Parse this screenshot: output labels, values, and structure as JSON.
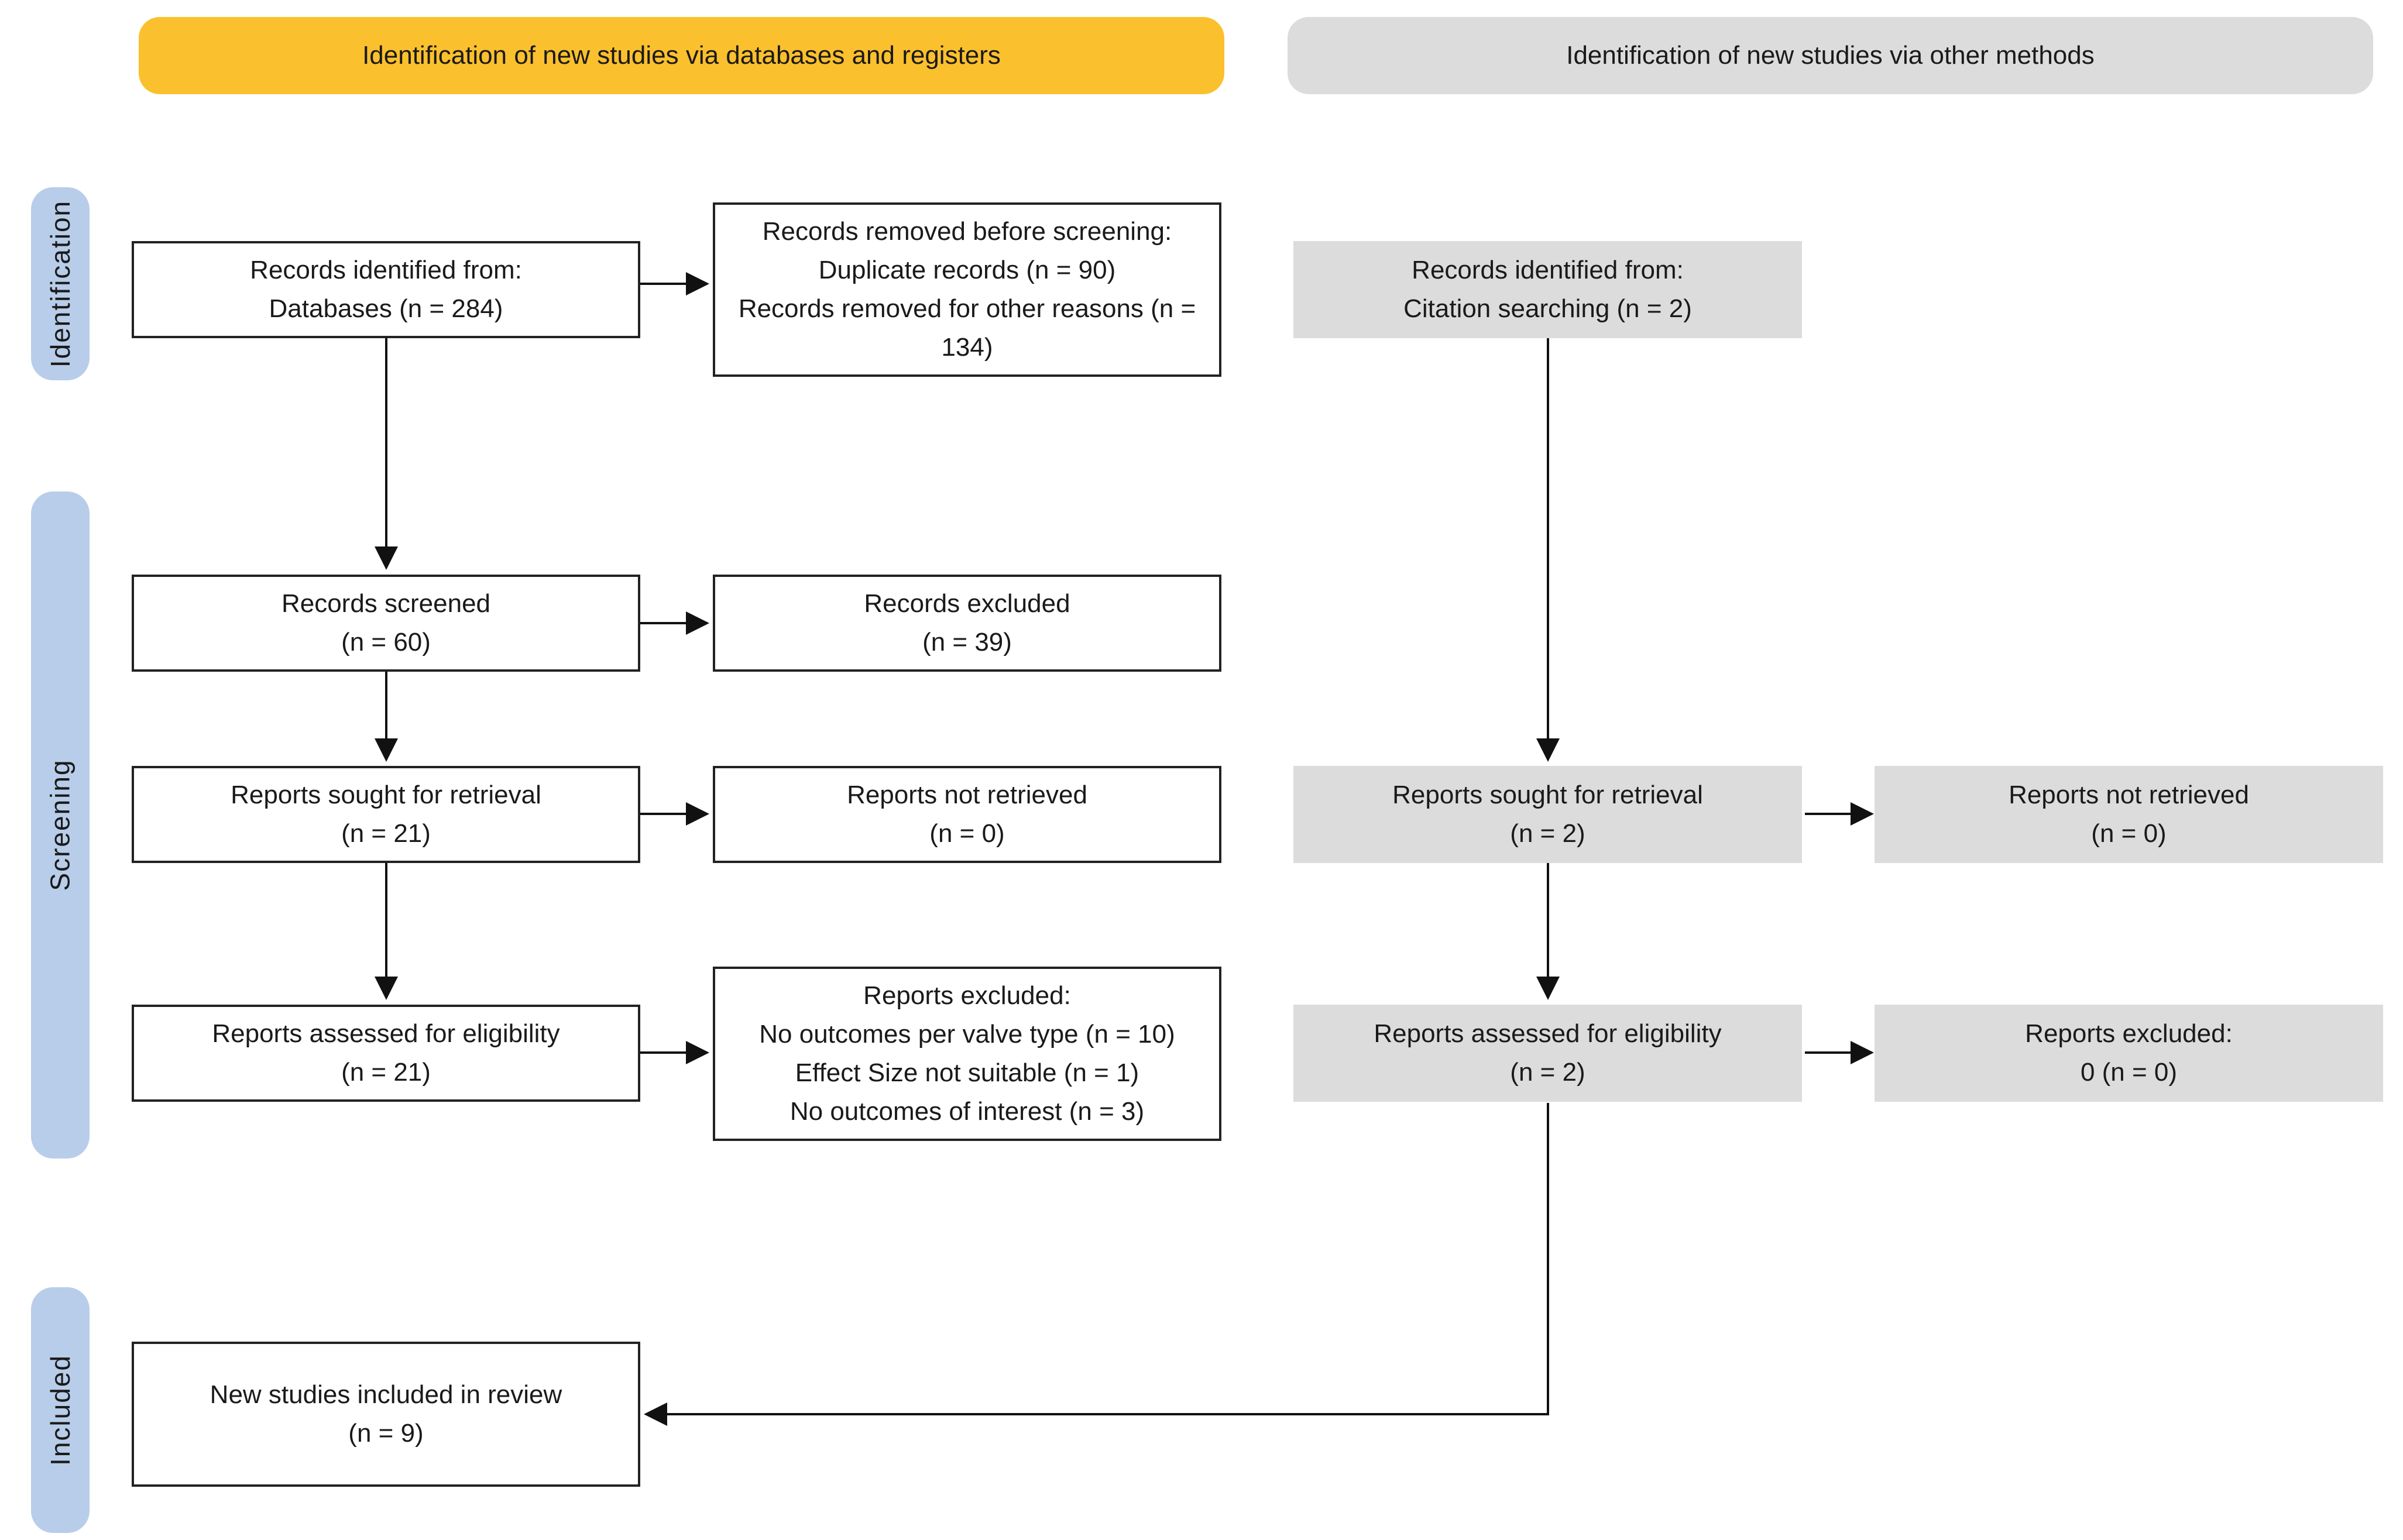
{
  "headers": {
    "databases": "Identification of new studies via databases and registers",
    "other_methods": "Identification of new studies via other methods"
  },
  "phases": {
    "identification": "Identification",
    "screening": "Screening",
    "included": "Included"
  },
  "databases": {
    "records_identified": {
      "line1": "Records identified from:",
      "line2": "Databases (n = 284)"
    },
    "records_removed": {
      "line1": "Records removed before screening:",
      "line2": "Duplicate records (n = 90)",
      "line3": "Records removed for other reasons (n =",
      "line4": "134)"
    },
    "records_screened": {
      "line1": "Records screened",
      "line2": "(n = 60)"
    },
    "records_excluded": {
      "line1": "Records excluded",
      "line2": "(n = 39)"
    },
    "reports_sought": {
      "line1": "Reports sought for retrieval",
      "line2": "(n = 21)"
    },
    "reports_not_retrieved": {
      "line1": "Reports not retrieved",
      "line2": "(n = 0)"
    },
    "reports_assessed": {
      "line1": "Reports assessed for eligibility",
      "line2": "(n = 21)"
    },
    "reports_excluded": {
      "line1": "Reports excluded:",
      "line2": "No outcomes per valve type (n = 10)",
      "line3": "Effect Size not suitable (n = 1)",
      "line4": "No outcomes of interest (n = 3)"
    },
    "studies_included": {
      "line1": "New studies included in review",
      "line2": "(n = 9)"
    }
  },
  "other": {
    "records_identified": {
      "line1": "Records identified from:",
      "line2": "Citation searching (n = 2)"
    },
    "reports_sought": {
      "line1": "Reports sought for retrieval",
      "line2": "(n = 2)"
    },
    "reports_not_retrieved": {
      "line1": "Reports not retrieved",
      "line2": "(n = 0)"
    },
    "reports_assessed": {
      "line1": "Reports assessed for eligibility",
      "line2": "(n = 2)"
    },
    "reports_excluded": {
      "line1": "Reports excluded:",
      "line2": "0 (n = 0)"
    }
  },
  "colors": {
    "databases_header": "#fbc02d",
    "other_header": "#dcdcdc",
    "phase_label": "#b8cde9",
    "other_box": "#dcdcdc"
  }
}
